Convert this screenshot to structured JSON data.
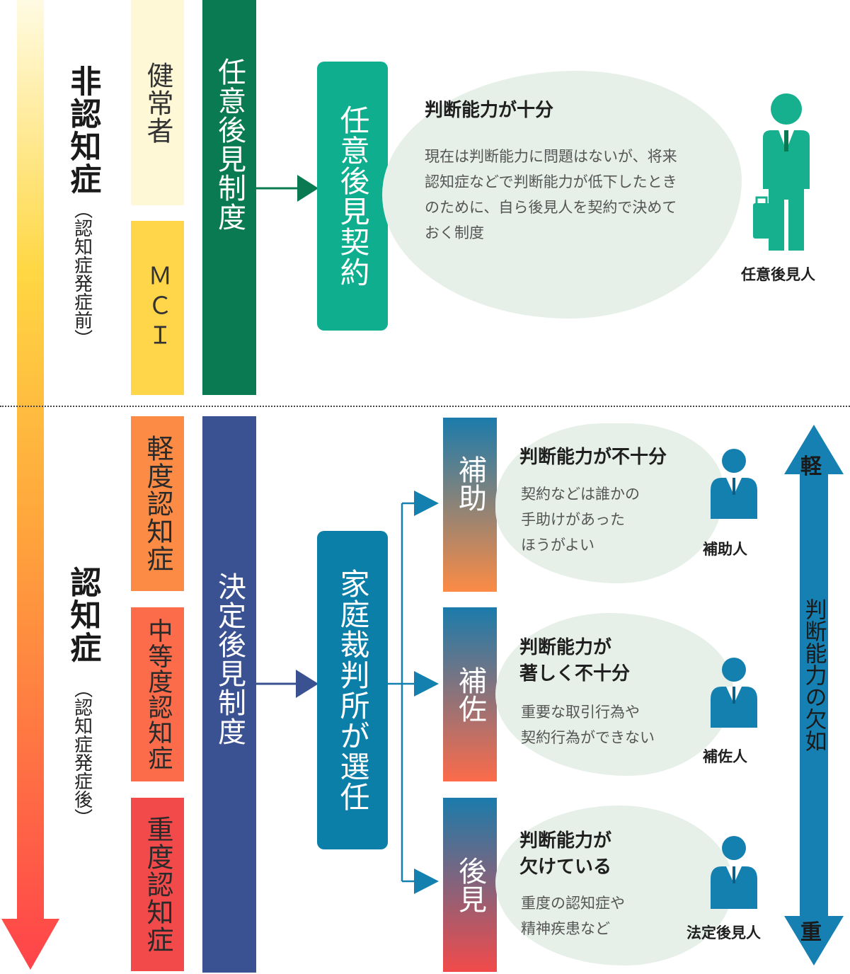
{
  "colors": {
    "stage_healthy": "#fff8d6",
    "stage_mci": "#ffd54a",
    "stage_mild": "#fc8b45",
    "stage_moderate": "#fc6b4a",
    "stage_severe": "#f24a4a",
    "voluntary_system": "#0a7a52",
    "voluntary_contract": "#0fae8e",
    "voluntary_person": "#17b08f",
    "statutory_system": "#3a5192",
    "family_court": "#0b7fa8",
    "role_person": "#1480b0",
    "scale_arrow": "#1680b3",
    "bubble": "#e6f0e9"
  },
  "timeline": {
    "before": {
      "title": "非認知症",
      "sub": "（認知症発症前）"
    },
    "after": {
      "title": "認知症",
      "sub": "（認知症発症後）"
    }
  },
  "stages": {
    "healthy": "健常者",
    "mci": "ＭＣＩ",
    "mild": "軽度認知症",
    "moderate": "中等度認知症",
    "severe": "重度認知症"
  },
  "systems": {
    "voluntary": "任意後見制度",
    "statutory": "決定後見制度"
  },
  "voluntary": {
    "contract": "任意後見契約",
    "bubble_title": "判断能力が十分",
    "bubble_desc": "現在は判断能力に問題はないが、将来\n認知症などで判断能力が低下したとき\nのために、自ら後見人を契約で決めて\nおく制度",
    "person": "任意後見人"
  },
  "court": {
    "label": "家庭裁判所が選任"
  },
  "types": [
    {
      "label": "補助",
      "title": "判断能力が不十分",
      "desc": "契約などは誰かの\n手助けがあった\nほうがよい",
      "person": "補助人"
    },
    {
      "label": "補佐",
      "title": "判断能力が\n著しく不十分",
      "desc": "重要な取引行為や\n契約行為ができない",
      "person": "補佐人"
    },
    {
      "label": "後見",
      "title": "判断能力が\n欠けている",
      "desc": "重度の認知症や\n精神疾患など",
      "person": "法定後見人"
    }
  ],
  "scale": {
    "light": "軽",
    "label": "判断能力の欠如",
    "heavy": "重"
  }
}
